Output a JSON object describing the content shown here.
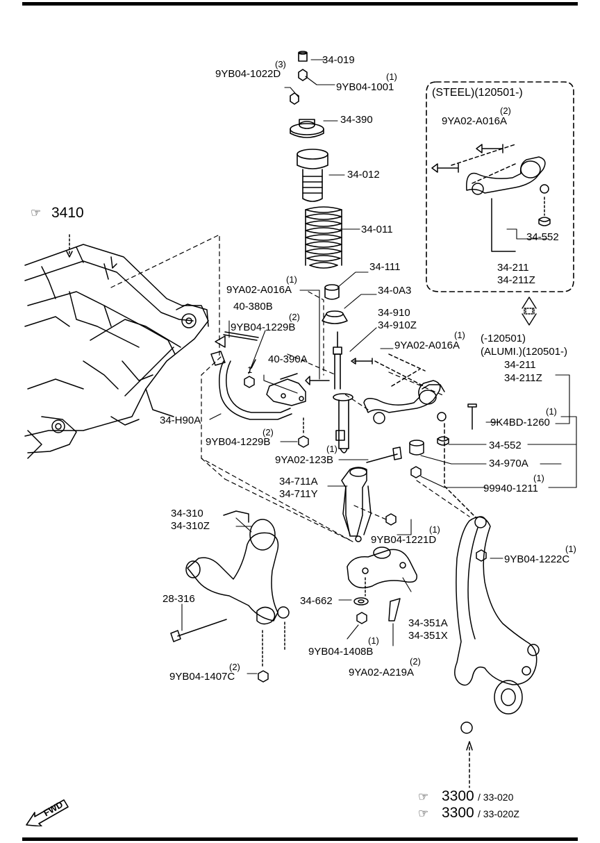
{
  "labels": {
    "p34019": "34-019",
    "p9yb041022d": "9YB04-1022D",
    "q9yb041022d": "(3)",
    "p9yb041001": "9YB04-1001",
    "q9yb041001": "(1)",
    "p34390": "34-390",
    "p34012": "34-012",
    "p34011": "34-011",
    "p34111": "34-111",
    "p340a3": "34-0A3",
    "p9ya02a016a_1": "9YA02-A016A",
    "q9ya02a016a_1": "(1)",
    "p40380b": "40-380B",
    "p9yb041229b_1": "9YB04-1229B",
    "q9yb041229b_1": "(2)",
    "p34910": "34-910",
    "p34910z": "34-910Z",
    "p9ya02a016a_2": "9YA02-A016A",
    "q9ya02a016a_2": "(1)",
    "p40390a": "40-390A",
    "c1": "1",
    "p34h90a": "34-H90A",
    "p9yb041229b_2": "9YB04-1229B",
    "q9yb041229b_2": "(2)",
    "p9ya02123b": "9YA02-123B",
    "q9ya02123b": "(1)",
    "p34711a": "34-711A",
    "p34711y": "34-711Y",
    "p9yb041221d": "9YB04-1221D",
    "q9yb041221d": "(1)",
    "p34310": "34-310",
    "p34310z": "34-310Z",
    "p28316": "28-316",
    "p34662": "34-662",
    "p9yb041408b": "9YB04-1408B",
    "q9yb041408b": "(1)",
    "p34351a": "34-351A",
    "p34351x": "34-351X",
    "p9ya02a219a": "9YA02-A219A",
    "q9ya02a219a": "(2)",
    "p9yb041407c": "9YB04-1407C",
    "q9yb041407c": "(2)",
    "p9yb041222c": "9YB04-1222C",
    "q9yb041222c": "(1)",
    "ref3410": "3410",
    "steel_title": "(STEEL)(120501-)",
    "p9ya02a016a_3": "9YA02-A016A",
    "q9ya02a016a_3": "(2)",
    "p34552_steel": "34-552",
    "p34211_steel": "34-211",
    "p34211z_steel": "34-211Z",
    "alum_line1": "(-120501)",
    "alum_line2": "(ALUMI.)(120501-)",
    "p34211_alum": "34-211",
    "p34211z_alum": "34-211Z",
    "p9k4bd1260": "9K4BD-1260",
    "q9k4bd1260": "(1)",
    "p34552_alum": "34-552",
    "p34970a": "34-970A",
    "p999401211": "99940-1211",
    "q999401211": "(1)",
    "ref3300_1": "3300",
    "sub3300_1": "/ 33-020",
    "ref3300_2": "3300",
    "sub3300_2": "/ 33-020Z",
    "fwd": "FWD"
  }
}
